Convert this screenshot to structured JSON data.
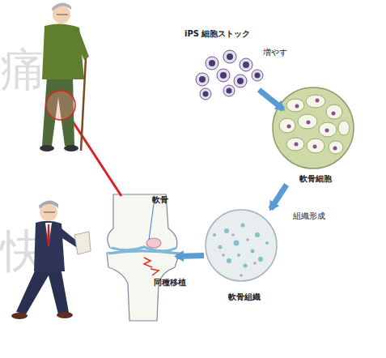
{
  "diagram": {
    "nodes": [
      {
        "text": [
          "iPS 細胞ストック"
        ]
      },
      {
        "text": [
          "軟骨細胞"
        ]
      },
      {
        "text": [
          "軟骨組織"
        ]
      },
      {
        "text": [
          "軟骨",
          "同種移植"
        ]
      }
    ],
    "edges": [
      {
        "from": 0,
        "to": 1,
        "arrow": "to",
        "label": "増やす"
      },
      {
        "from": 1,
        "to": 2,
        "arrow": "to",
        "label": "組織形成"
      },
      {
        "from": 2,
        "to": 3,
        "arrow": "to"
      }
    ],
    "labels": [
      "痛",
      "快"
    ]
  }
}
